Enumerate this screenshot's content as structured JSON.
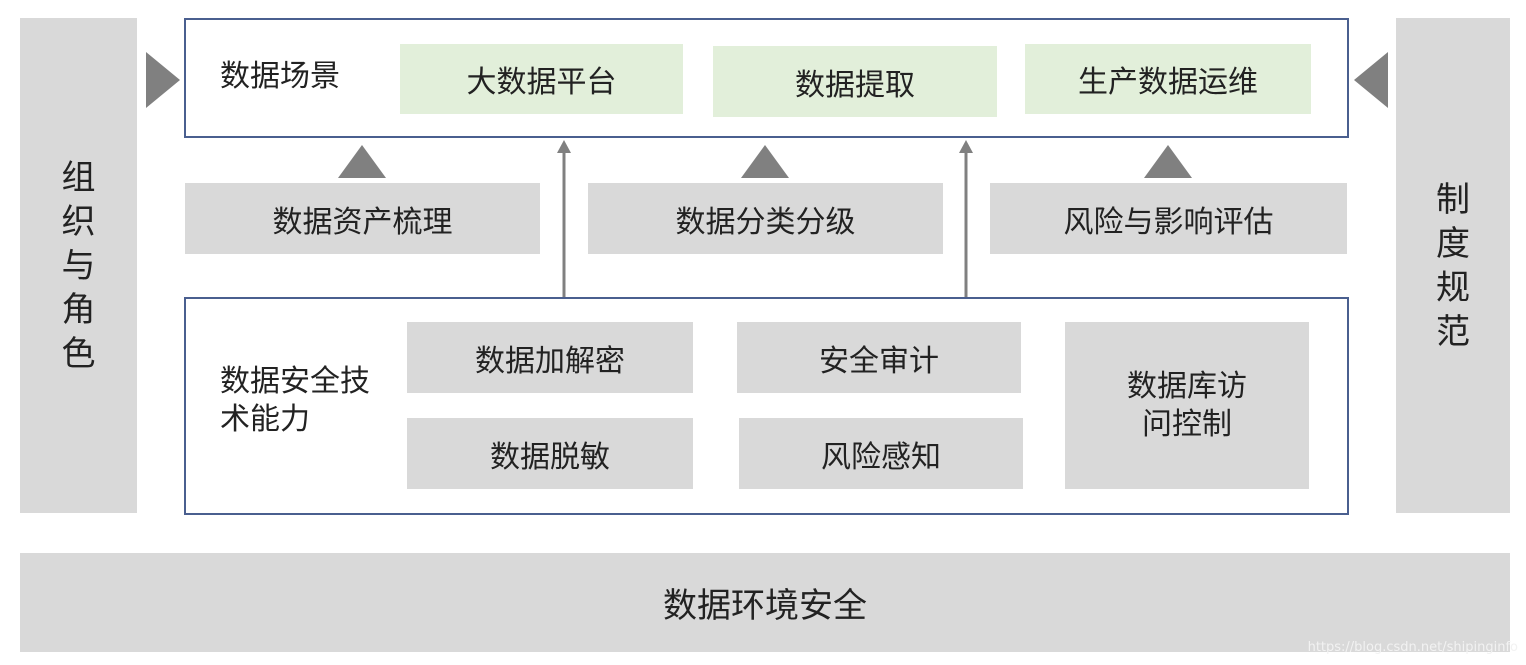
{
  "left_column": {
    "label": "组织与角色"
  },
  "right_column": {
    "label": "制度规范"
  },
  "scenarios": {
    "label": "数据场景",
    "items": [
      "大数据平台",
      "数据提取",
      "生产数据运维"
    ]
  },
  "middle": {
    "items": [
      "数据资产梳理",
      "数据分类分级",
      "风险与影响评估"
    ]
  },
  "tech": {
    "label": "数据安全技术能力",
    "items": [
      "数据加解密",
      "安全审计",
      "数据脱敏",
      "风险感知"
    ],
    "db_access": "数据库访问控制"
  },
  "bottom": {
    "label": "数据环境安全"
  },
  "watermark": "https://blog.csdn.net/shipinginfo",
  "colors": {
    "gray": "#d9d9d9",
    "green": "#e2efda",
    "frame_border": "#4a5f8f",
    "arrow": "#808080"
  }
}
